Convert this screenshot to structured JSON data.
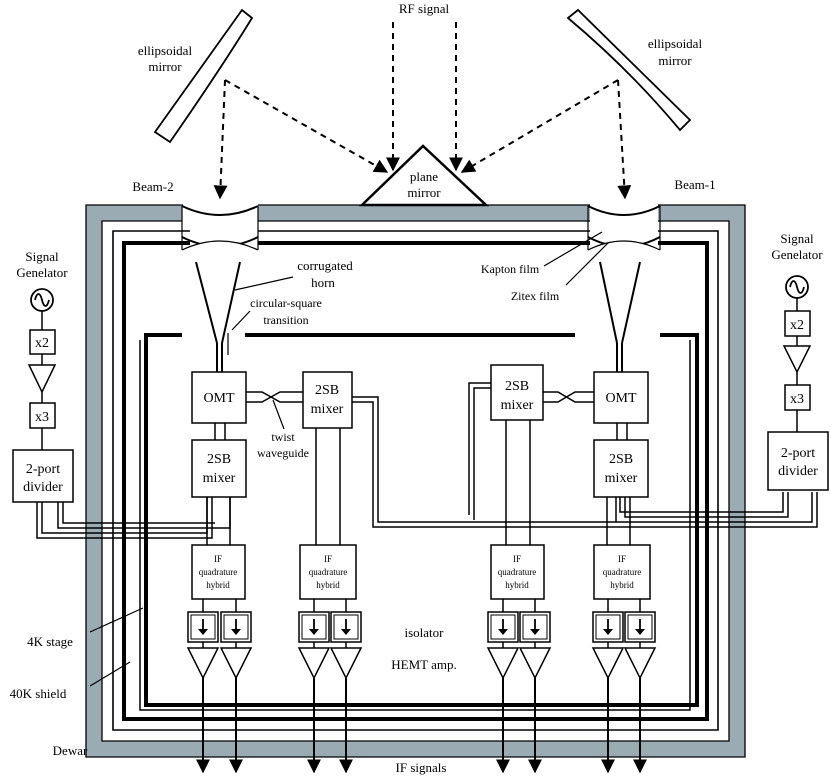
{
  "labels": {
    "rf_signal": "RF signal",
    "ellipsoidal_left_1": "ellipsoidal",
    "ellipsoidal_left_2": "mirror",
    "ellipsoidal_right_1": "ellipsoidal",
    "ellipsoidal_right_2": "mirror",
    "plane_1": "plane",
    "plane_2": "mirror",
    "beam2": "Beam-2",
    "beam1": "Beam-1",
    "sg_left_1": "Signal",
    "sg_left_2": "Genelator",
    "sg_right_1": "Signal",
    "sg_right_2": "Genelator",
    "corrugated_1": "corrugated",
    "corrugated_2": "horn",
    "cst_1": "circular-square",
    "cst_2": "transition",
    "kapton": "Kapton film",
    "zitex": "Zitex film",
    "twist_1": "twist",
    "twist_2": "waveguide",
    "stage4k": "4K stage",
    "shield40k": "40K shield",
    "dewar": "Dewar",
    "isolator": "isolator",
    "hemt": "HEMT amp.",
    "if_signals": "IF signals"
  },
  "blocks": {
    "x2": "x2",
    "x3": "x3",
    "divider_1": "2-port",
    "divider_2": "divider",
    "omt": "OMT",
    "sb_1": "2SB",
    "sb_2": "mixer",
    "if_1": "IF",
    "if_2": "quadrature",
    "if_3": "hybrid"
  },
  "colors": {
    "dewar_wall": "#9aabb3",
    "line": "#000000",
    "background": "#ffffff"
  }
}
